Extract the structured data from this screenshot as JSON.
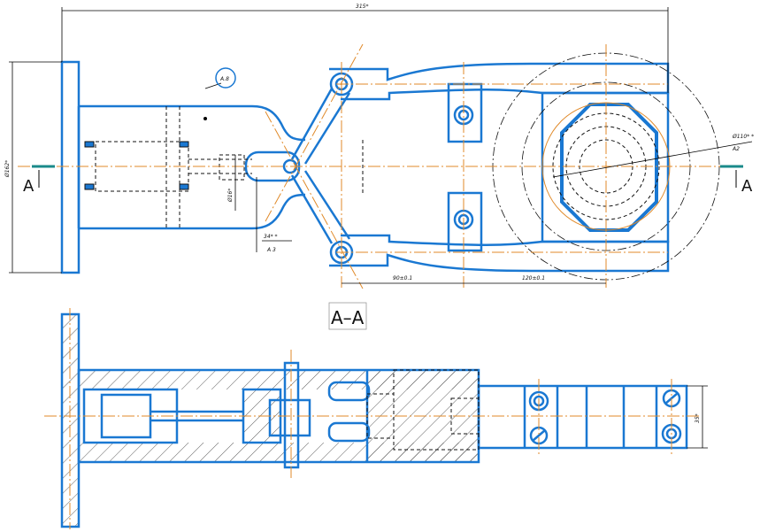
{
  "labels": {
    "overall_width": "315*",
    "flange_height": "Ø162*",
    "balloon": "A.8",
    "rod_width": "Ø16*",
    "rod_offset": "34* *",
    "rod_offset_label": "A 3",
    "distance_left": "90±0.1",
    "distance_right": "120±0.1",
    "bore_diameter": "Ø110* *",
    "bore_note": "A2",
    "section_marker_left": "A",
    "section_marker_right": "A",
    "section_title": "A–A",
    "jaw_thickness": "35*"
  },
  "colors": {
    "outline": "#1a78d2",
    "centerline": "#e08a2a",
    "dimension": "#000000",
    "hatch": "#333333"
  }
}
